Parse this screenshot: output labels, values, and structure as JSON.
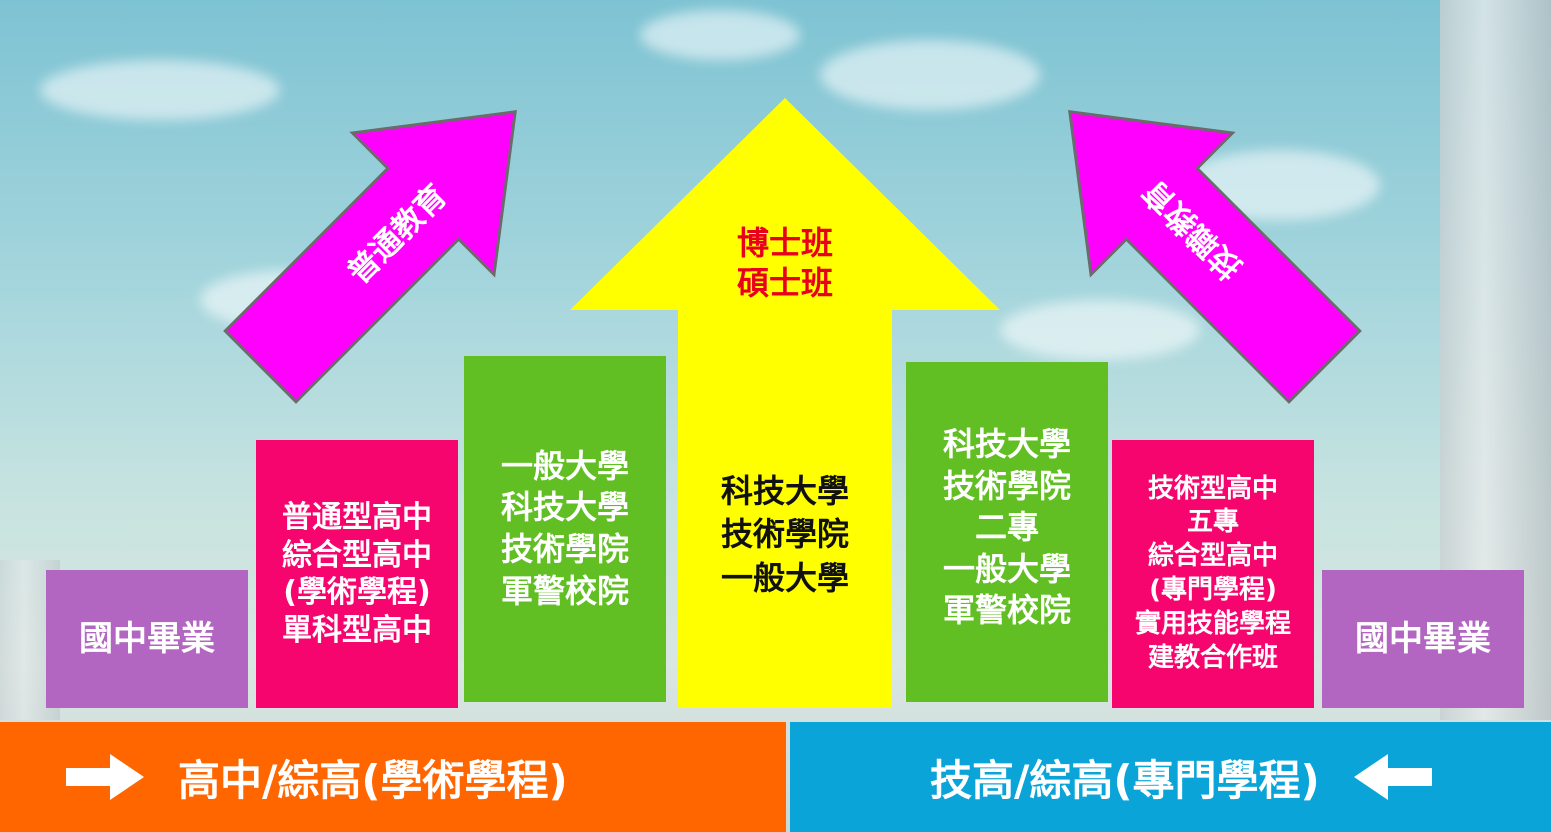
{
  "center_arrow": {
    "top_lines": [
      "博士班",
      "碩士班"
    ],
    "bottom_lines": [
      "科技大學",
      "技術學院",
      "一般大學"
    ]
  },
  "left_arrow_label": "普通教育",
  "right_arrow_label": "技職教育",
  "left_boxes": {
    "junior_high": "國中畢業",
    "high_school": [
      "普通型高中",
      "綜合型高中",
      "(學術學程)",
      "單科型高中"
    ],
    "university": [
      "一般大學",
      "科技大學",
      "技術學院",
      "軍警校院"
    ]
  },
  "right_boxes": {
    "university": [
      "科技大學",
      "技術學院",
      "二專",
      "一般大學",
      "軍警校院"
    ],
    "high_school": [
      "技術型高中",
      "五專",
      "綜合型高中",
      "(專門學程)",
      "實用技能學程",
      "建教合作班"
    ],
    "junior_high": "國中畢業"
  },
  "bottom_bars": {
    "left": "高中/綜高(學術學程)",
    "right": "技高/綜高(專門學程)"
  },
  "colors": {
    "orange": "#ff6600",
    "blue": "#0aa4d8",
    "yellow": "#ffff00",
    "magenta": "#ff00ff",
    "purple": "#b266c2",
    "pink": "#f7056e",
    "green": "#61bf24",
    "red_text": "#e8001c"
  }
}
